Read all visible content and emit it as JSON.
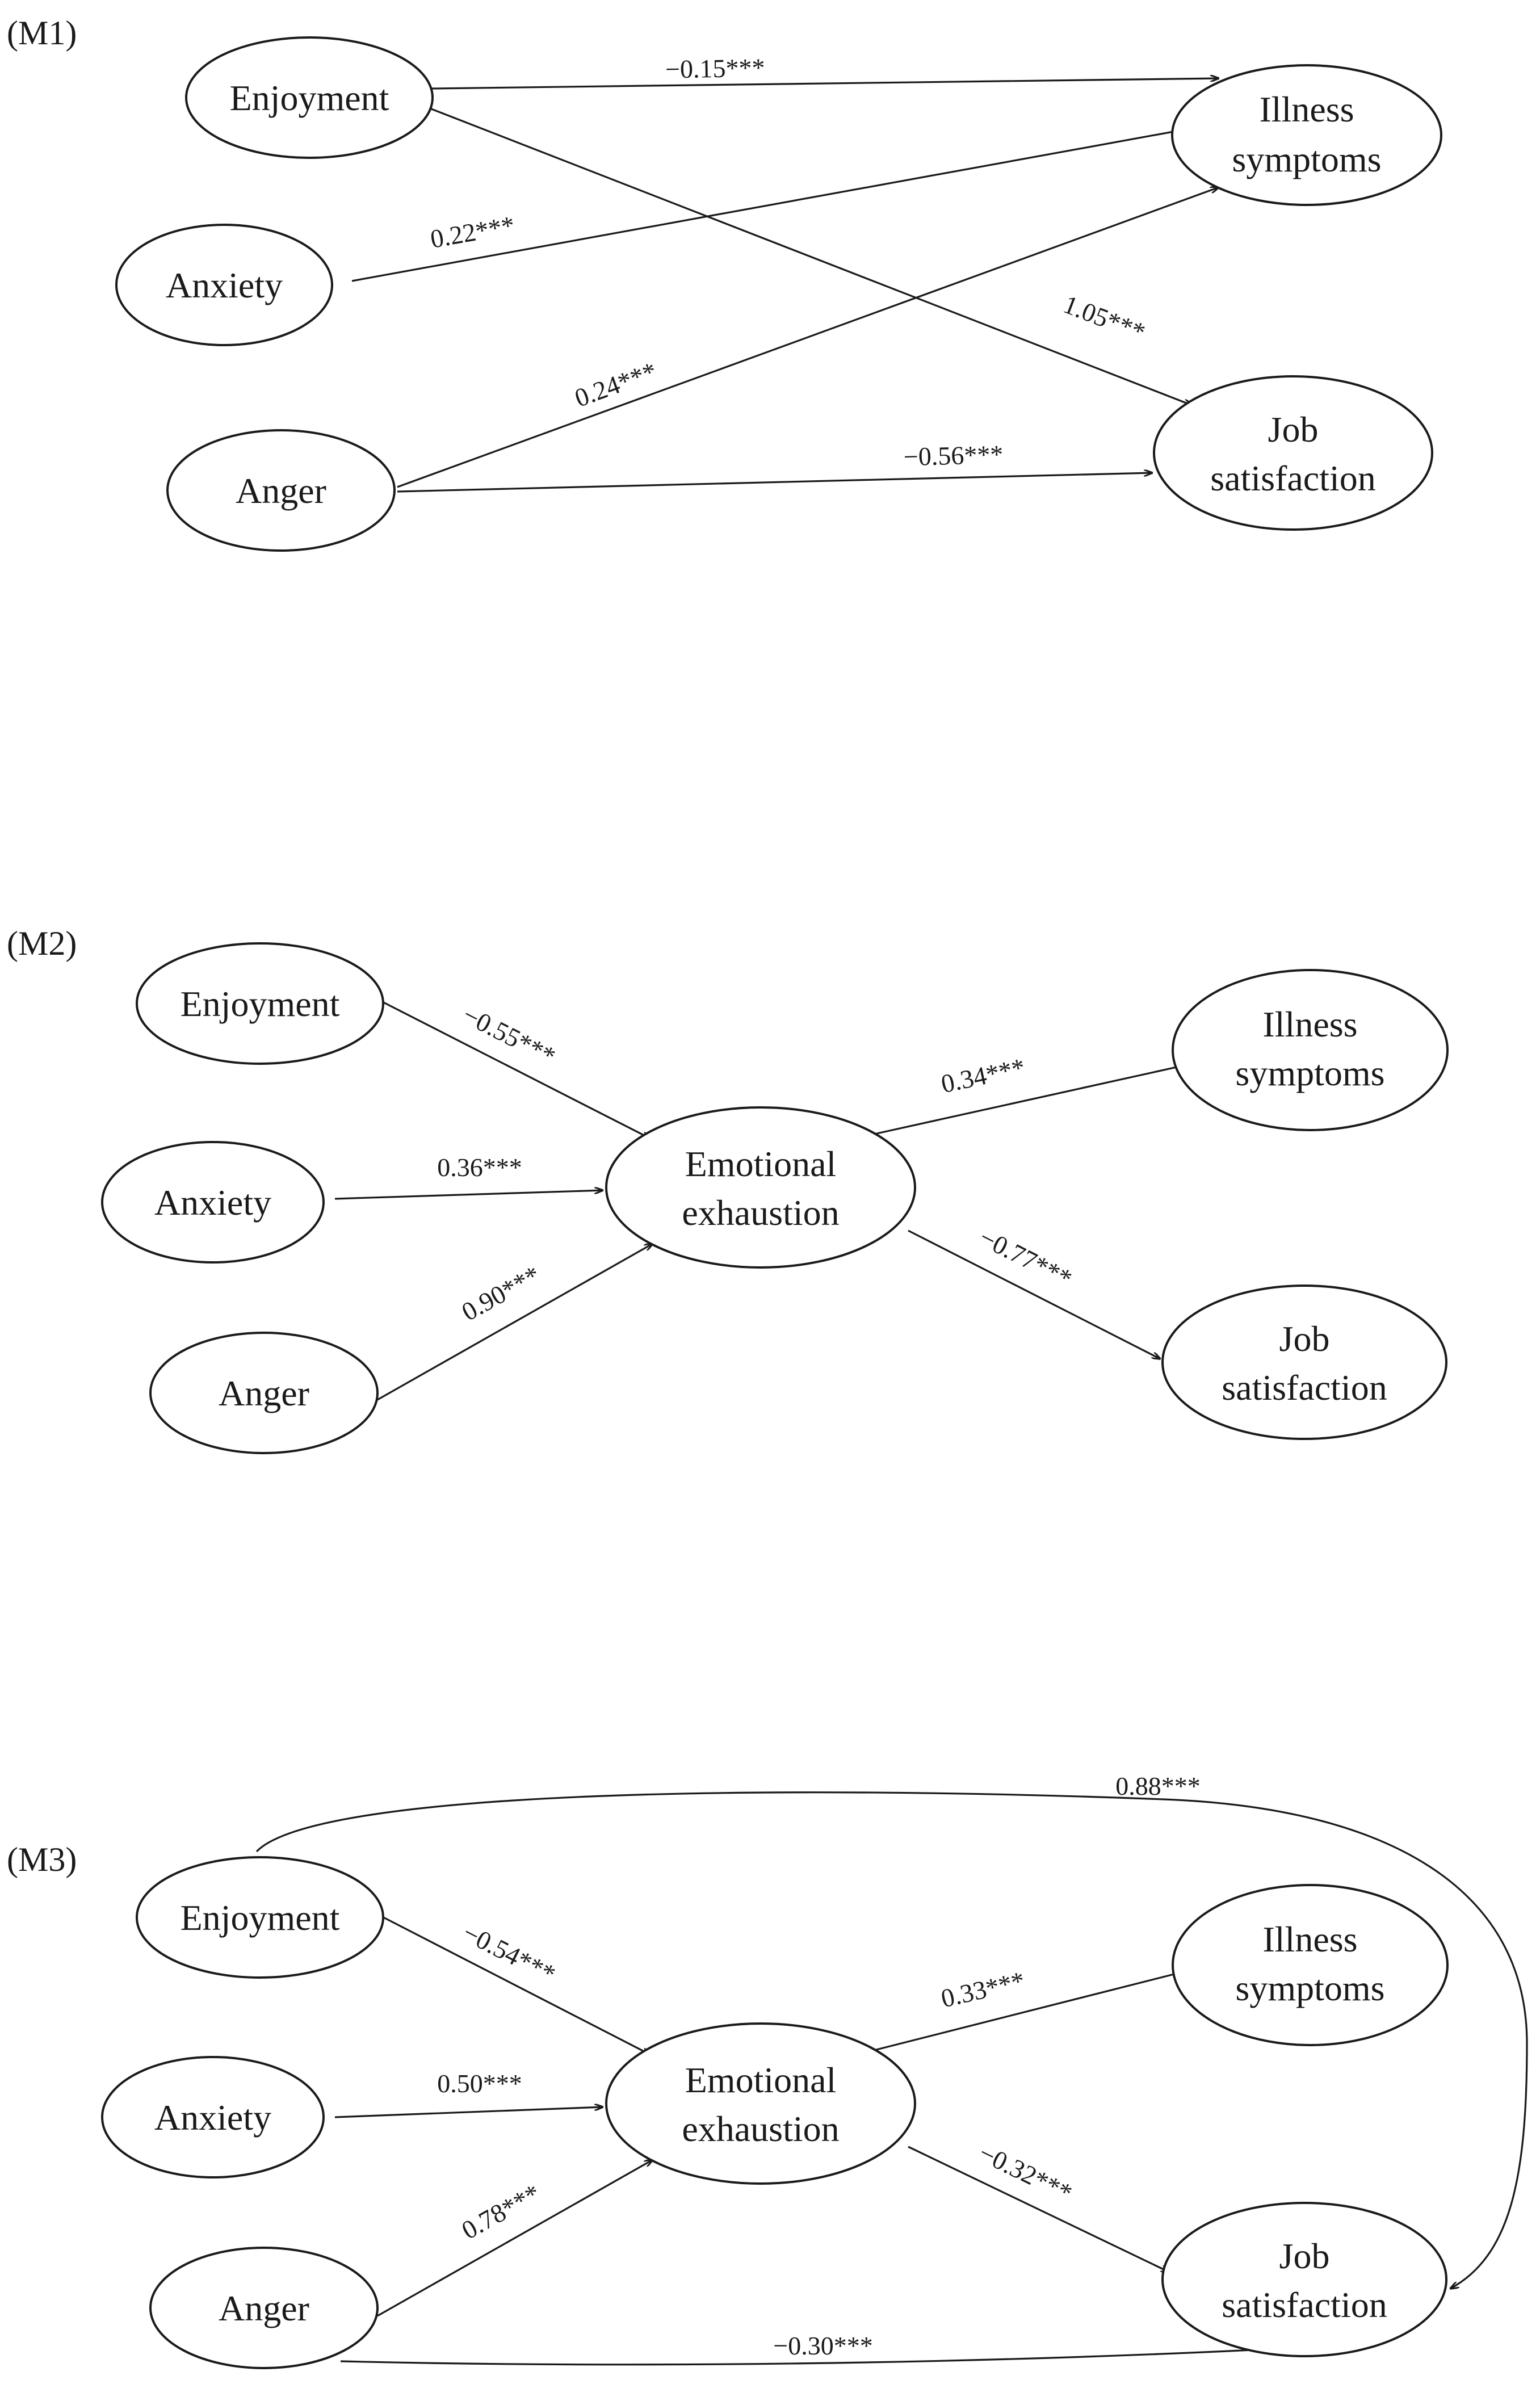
{
  "panels": [
    {
      "id": "m1",
      "label": "(M1)",
      "nodes": {
        "enjoyment": {
          "lines": [
            "Enjoyment"
          ]
        },
        "anxiety": {
          "lines": [
            "Anxiety"
          ]
        },
        "anger": {
          "lines": [
            "Anger"
          ]
        },
        "illness": {
          "lines": [
            "Illness",
            "symptoms"
          ]
        },
        "job": {
          "lines": [
            "Job",
            "satisfaction"
          ]
        }
      },
      "edges": [
        {
          "from": "enjoyment",
          "to": "illness",
          "coef": "−0.15***"
        },
        {
          "from": "anxiety",
          "to": "illness",
          "coef": "0.22***"
        },
        {
          "from": "enjoyment",
          "to": "job",
          "coef": "1.05***"
        },
        {
          "from": "anger",
          "to": "illness",
          "coef": "0.24***"
        },
        {
          "from": "anger",
          "to": "job",
          "coef": "−0.56***"
        }
      ]
    },
    {
      "id": "m2",
      "label": "(M2)",
      "nodes": {
        "enjoyment": {
          "lines": [
            "Enjoyment"
          ]
        },
        "anxiety": {
          "lines": [
            "Anxiety"
          ]
        },
        "anger": {
          "lines": [
            "Anger"
          ]
        },
        "exhaustion": {
          "lines": [
            "Emotional",
            "exhaustion"
          ]
        },
        "illness": {
          "lines": [
            "Illness",
            "symptoms"
          ]
        },
        "job": {
          "lines": [
            "Job",
            "satisfaction"
          ]
        }
      },
      "edges": [
        {
          "from": "enjoyment",
          "to": "exhaustion",
          "coef": "−0.55***"
        },
        {
          "from": "anxiety",
          "to": "exhaustion",
          "coef": "0.36***"
        },
        {
          "from": "anger",
          "to": "exhaustion",
          "coef": "0.90***"
        },
        {
          "from": "exhaustion",
          "to": "illness",
          "coef": "0.34***"
        },
        {
          "from": "exhaustion",
          "to": "job",
          "coef": "−0.77***"
        }
      ]
    },
    {
      "id": "m3",
      "label": "(M3)",
      "nodes": {
        "enjoyment": {
          "lines": [
            "Enjoyment"
          ]
        },
        "anxiety": {
          "lines": [
            "Anxiety"
          ]
        },
        "anger": {
          "lines": [
            "Anger"
          ]
        },
        "exhaustion": {
          "lines": [
            "Emotional",
            "exhaustion"
          ]
        },
        "illness": {
          "lines": [
            "Illness",
            "symptoms"
          ]
        },
        "job": {
          "lines": [
            "Job",
            "satisfaction"
          ]
        }
      },
      "edges": [
        {
          "from": "enjoyment",
          "to": "job",
          "coef": "0.88***"
        },
        {
          "from": "enjoyment",
          "to": "exhaustion",
          "coef": "−0.54***"
        },
        {
          "from": "anxiety",
          "to": "exhaustion",
          "coef": "0.50***"
        },
        {
          "from": "anger",
          "to": "exhaustion",
          "coef": "0.78***"
        },
        {
          "from": "exhaustion",
          "to": "illness",
          "coef": "0.33***"
        },
        {
          "from": "exhaustion",
          "to": "job",
          "coef": "−0.32***"
        },
        {
          "from": "anger",
          "to": "job",
          "coef": "−0.30***"
        }
      ]
    }
  ]
}
